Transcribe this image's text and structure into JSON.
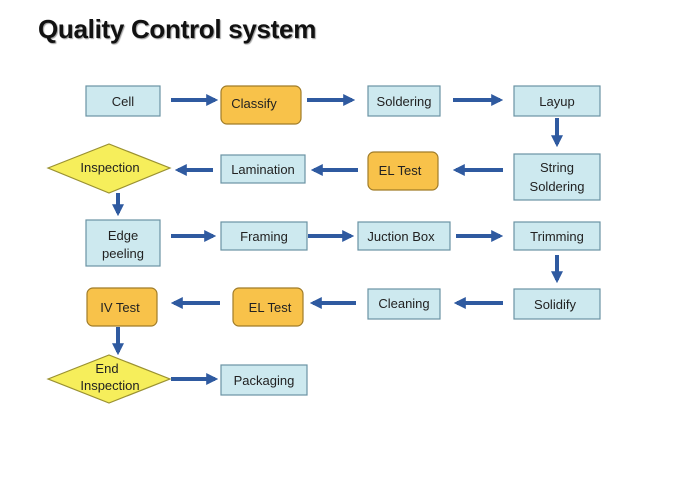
{
  "title": "Quality Control system",
  "colors": {
    "process_fill": "#cde9ef",
    "process_stroke": "#6a93a3",
    "highlight_fill": "#f8c24a",
    "highlight_stroke": "#a07c28",
    "decision_fill": "#f6ee5b",
    "decision_stroke": "#9a9131",
    "arrow": "#2f5aa0"
  },
  "nodes": {
    "cell": "Cell",
    "classify": "Classify",
    "soldering": "Soldering",
    "layup": "Layup",
    "string_soldering": [
      "String",
      "Soldering"
    ],
    "el_test_1": "EL Test",
    "lamination": "Lamination",
    "inspection": "Inspection",
    "edge_peeling": [
      "Edge",
      "peeling"
    ],
    "framing": "Framing",
    "juction_box": "Juction Box",
    "trimming": "Trimming",
    "solidify": "Solidify",
    "cleaning": "Cleaning",
    "el_test_2": "EL Test",
    "iv_test": "IV Test",
    "end_inspection": [
      "End",
      "Inspection"
    ],
    "packaging": "Packaging"
  }
}
